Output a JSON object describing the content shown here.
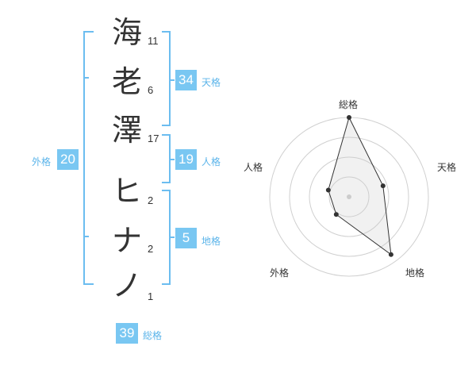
{
  "name": {
    "chars": [
      {
        "char": "海",
        "strokes": "11"
      },
      {
        "char": "老",
        "strokes": "6"
      },
      {
        "char": "澤",
        "strokes": "17"
      },
      {
        "char": "ヒ",
        "strokes": "2"
      },
      {
        "char": "ナ",
        "strokes": "2"
      },
      {
        "char": "ノ",
        "strokes": "1"
      }
    ]
  },
  "kakusu": {
    "tenkaku": {
      "value": "34",
      "label": "天格"
    },
    "jinkaku": {
      "value": "19",
      "label": "人格"
    },
    "chikaku": {
      "value": "5",
      "label": "地格"
    },
    "gaikaku": {
      "value": "20",
      "label": "外格"
    },
    "soukaku": {
      "value": "39",
      "label": "総格"
    }
  },
  "radar": {
    "axes": [
      "総格",
      "天格",
      "地格",
      "外格",
      "人格"
    ],
    "values": [
      4,
      1.8,
      3.6,
      1.1,
      1.1
    ],
    "max": 4,
    "rings": 4
  },
  "colors": {
    "accent": "#79c7f2",
    "accent_text": "#5bb4ea",
    "bracket": "#6cbdf0"
  }
}
